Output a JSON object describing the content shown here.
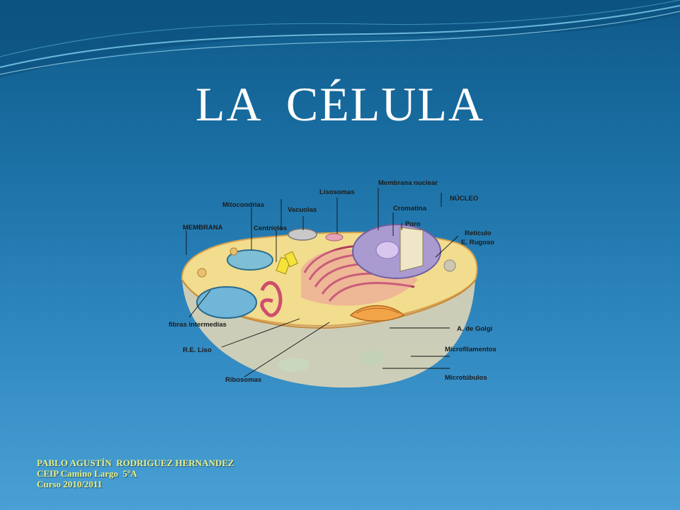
{
  "slide": {
    "title": "LA CÉLULA",
    "credits": {
      "author": "PABLO AGUSTÍN  RODRIGUEZ HERNANDEZ",
      "school": "CEIP Camino Largo  5ºA",
      "course": "Curso 2010/2011"
    }
  },
  "diagram": {
    "labels": {
      "membrana_nuclear": "Membrana nuclear",
      "lisosomas": "Lisosomas",
      "nucleo": "NÚCLEO",
      "mitocondrias": "Mitocondrias",
      "vacuolas": "Vacuolas",
      "cromatina": "Cromatina",
      "poro": "Poro",
      "membrana": "MEMBRANA",
      "centriolos": "Centríolos",
      "reticulo_rugoso_1": "Retículo",
      "reticulo_rugoso_2": "E. Rugoso",
      "fibras_intermedias": "fibras intermedias",
      "golgi": "A. de Golgi",
      "re_liso": "R.E. Liso",
      "microfilamentos": "Microfilamentos",
      "ribosomas": "Ribosomas",
      "microtubulos": "Microtúbulos"
    }
  }
}
